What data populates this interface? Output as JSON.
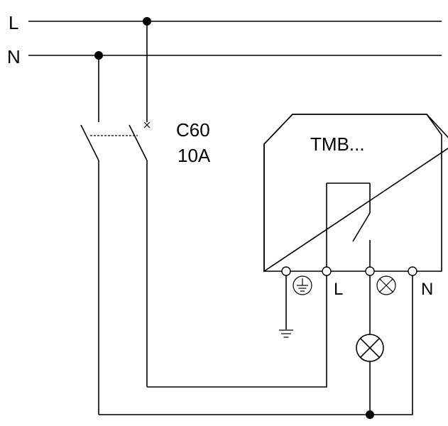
{
  "lines": {
    "phase_label": "L",
    "neutral_label": "N"
  },
  "breaker": {
    "model": "C60",
    "rating": "10A"
  },
  "device": {
    "name": "TMB...",
    "terminal_l_label": "L",
    "terminal_n_label": "N",
    "earth_symbol": "earth-icon",
    "lamp_symbol": "lamp-icon"
  },
  "colors": {
    "stroke": "#000000",
    "background": "#ffffff"
  }
}
